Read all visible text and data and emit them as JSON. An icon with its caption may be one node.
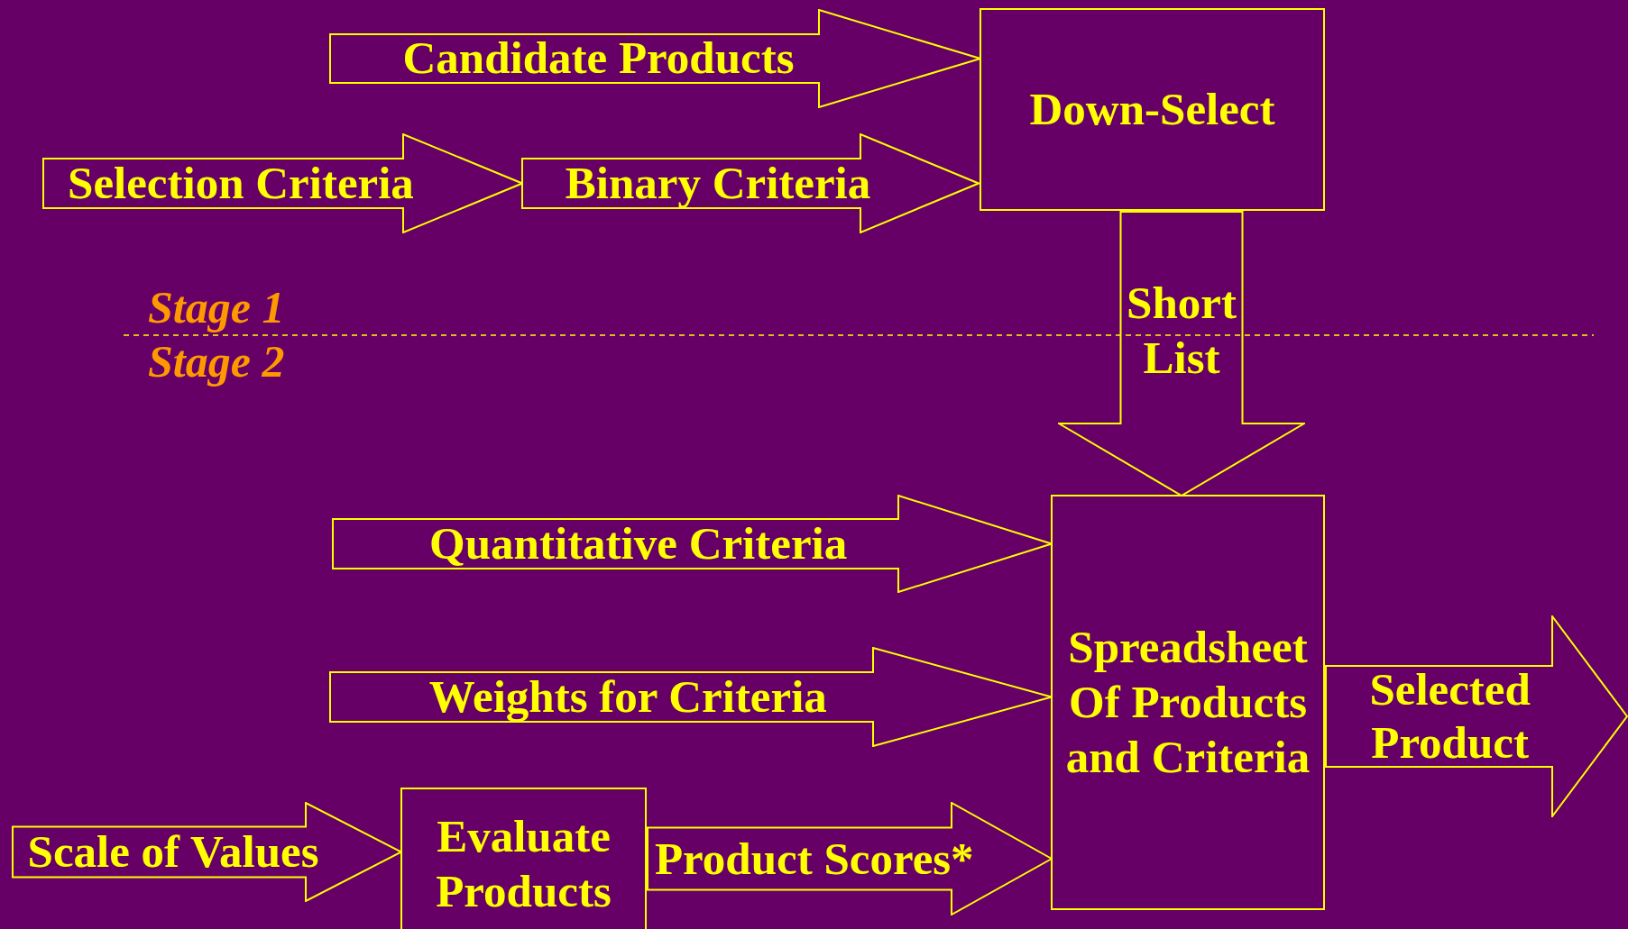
{
  "diagram": {
    "nodes": [
      {
        "text": [
          "Binary Criteria"
        ]
      },
      {
        "text": [
          "Down-Select"
        ]
      },
      {
        "text": [
          "Spreadsheet Of Products and Criteria"
        ]
      },
      {
        "text": [
          "Evaluate Products"
        ]
      }
    ],
    "edges": [
      {
        "from": null,
        "to": 1,
        "arrow": "to",
        "label": "Candidate Products"
      },
      {
        "from": null,
        "to": 0,
        "arrow": "to",
        "label": "Selection Criteria"
      },
      {
        "from": 1,
        "to": 2,
        "arrow": "to",
        "label": "Short List"
      },
      {
        "from": null,
        "to": 2,
        "arrow": "to",
        "label": "Quantitative Criteria"
      },
      {
        "from": null,
        "to": 2,
        "arrow": "to",
        "label": "Weights for Criteria"
      },
      {
        "from": 2,
        "to": null,
        "arrow": "to",
        "label": "Selected Product"
      },
      {
        "from": null,
        "to": 3,
        "arrow": "to",
        "label": "Scale of Values"
      },
      {
        "from": 3,
        "to": 2,
        "arrow": "to",
        "label": "Product Scores*"
      }
    ],
    "labels": [
      "Stage 1",
      "Stage 2"
    ]
  }
}
